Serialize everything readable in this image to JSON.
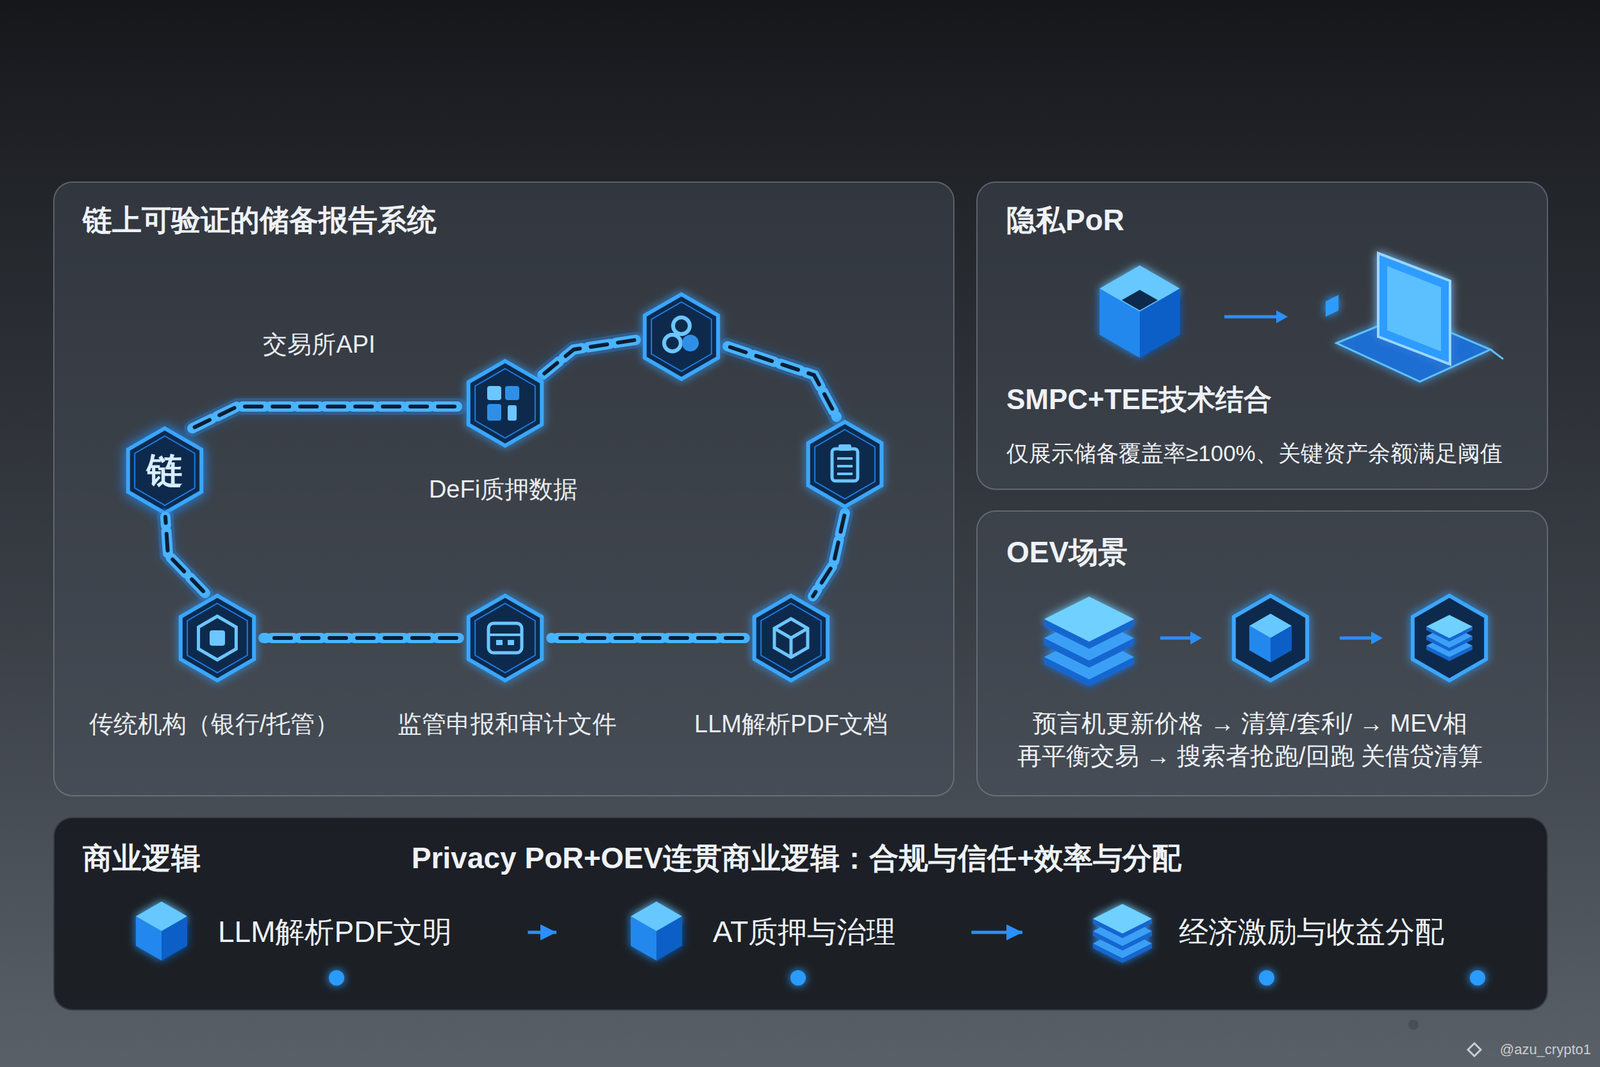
{
  "diagram": {
    "nodes": [
      {
        "text": [
          "链上可验证的储备报告系统"
        ]
      },
      {
        "text": [
          "链"
        ],
        "in": 0
      },
      {
        "text": [
          "隐私PoR",
          "SMPC+TEE技术结合",
          "仅展示储备覆盖率≥100%、关键资产余额满足阈值"
        ]
      },
      {
        "text": [
          "OEV场景",
          "预言机更新价格 → 清算/套利/ → MEV相",
          "再平衡交易 → 搜索者抢跑/回跑 关借贷清算"
        ]
      },
      {
        "text": [
          "商业逻辑",
          "Privacy PoR+OEV连贯商业逻辑：合规与信任+效率与分配"
        ]
      },
      {
        "text": [
          "LLM解析PDF文明"
        ],
        "in": 4
      },
      {
        "text": [
          "AT质押与治理"
        ],
        "in": 4
      },
      {
        "text": [
          "经济激励与收益分配"
        ],
        "in": 4
      }
    ],
    "edges": [
      {
        "from": 5,
        "to": 6,
        "arrow": "to"
      },
      {
        "from": 6,
        "to": 7,
        "arrow": "to"
      }
    ],
    "labels": [
      "交易所API",
      "DeFi质押数据",
      "传统机构（银行/托管）",
      "监管申报和审计文件",
      "LLM解析PDF文档",
      "@azu_crypto1"
    ]
  }
}
